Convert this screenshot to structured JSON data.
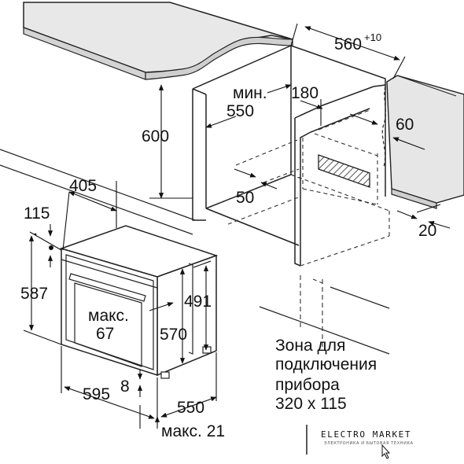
{
  "dimensions": {
    "niche_width": "560",
    "niche_width_tol": "+10",
    "min_label": "мин.",
    "min_value": "550",
    "depth_180": "180",
    "rear_60": "60",
    "height_600": "600",
    "vent_50": "50",
    "offset_20": "20",
    "oven_depth_405": "405",
    "top_115": "115",
    "height_587": "587",
    "max_label": "макс.",
    "max_value": "67",
    "height_491": "491",
    "height_570": "570",
    "width_595": "595",
    "bottom_8": "8",
    "depth_550": "550",
    "door_max": "макс. 21"
  },
  "connection_zone": {
    "line1": "Зона для",
    "line2": "подключения",
    "line3": "прибора",
    "line4": "320 x 115"
  },
  "branding": {
    "name": "ELECTRO MARKET",
    "subtitle": "ЭЛЕКТРОНИКА И БЫТОВАЯ ТЕХНИКА"
  }
}
